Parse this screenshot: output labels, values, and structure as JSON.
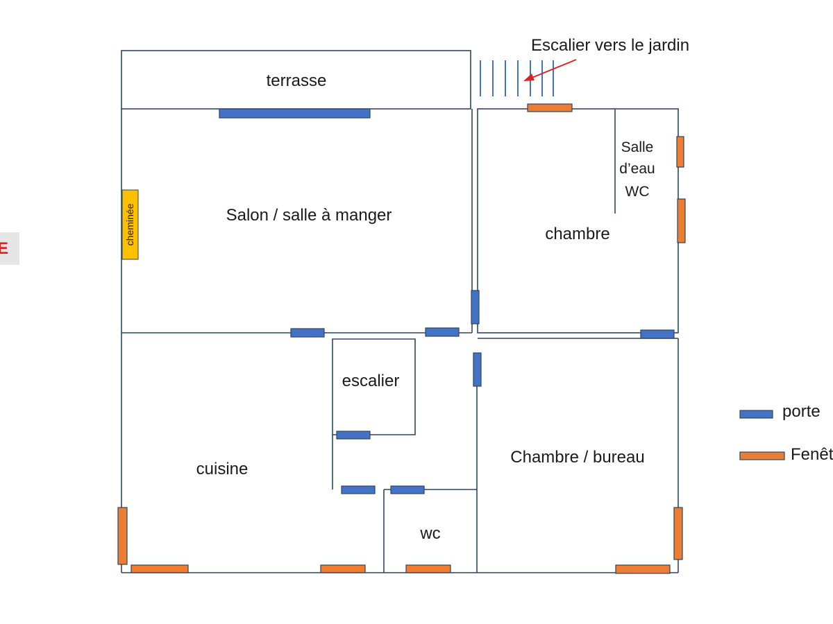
{
  "rooms": {
    "terrasse": "terrasse",
    "salon": "Salon / salle à manger",
    "chambre": "chambre",
    "salle_eau_line1": "Salle",
    "salle_eau_line2": "d’eau",
    "salle_eau_line3": "WC",
    "escalier": "escalier",
    "cuisine": "cuisine",
    "chambre_bureau": "Chambre / bureau",
    "wc": "wc"
  },
  "labels": {
    "cheminee": "cheminée",
    "escalier_jardin": "Escalier vers le jardin",
    "edge_fragment": "E"
  },
  "legend": {
    "porte": "porte",
    "fenetre": "Fenêt"
  },
  "colors": {
    "wall": "#2f4463",
    "door": "#4472c4",
    "window": "#ed7d31",
    "chimney": "#ffc000",
    "arrow": "#e02020",
    "edge_box": "#e6e6e6",
    "edge_text": "#e02020"
  }
}
